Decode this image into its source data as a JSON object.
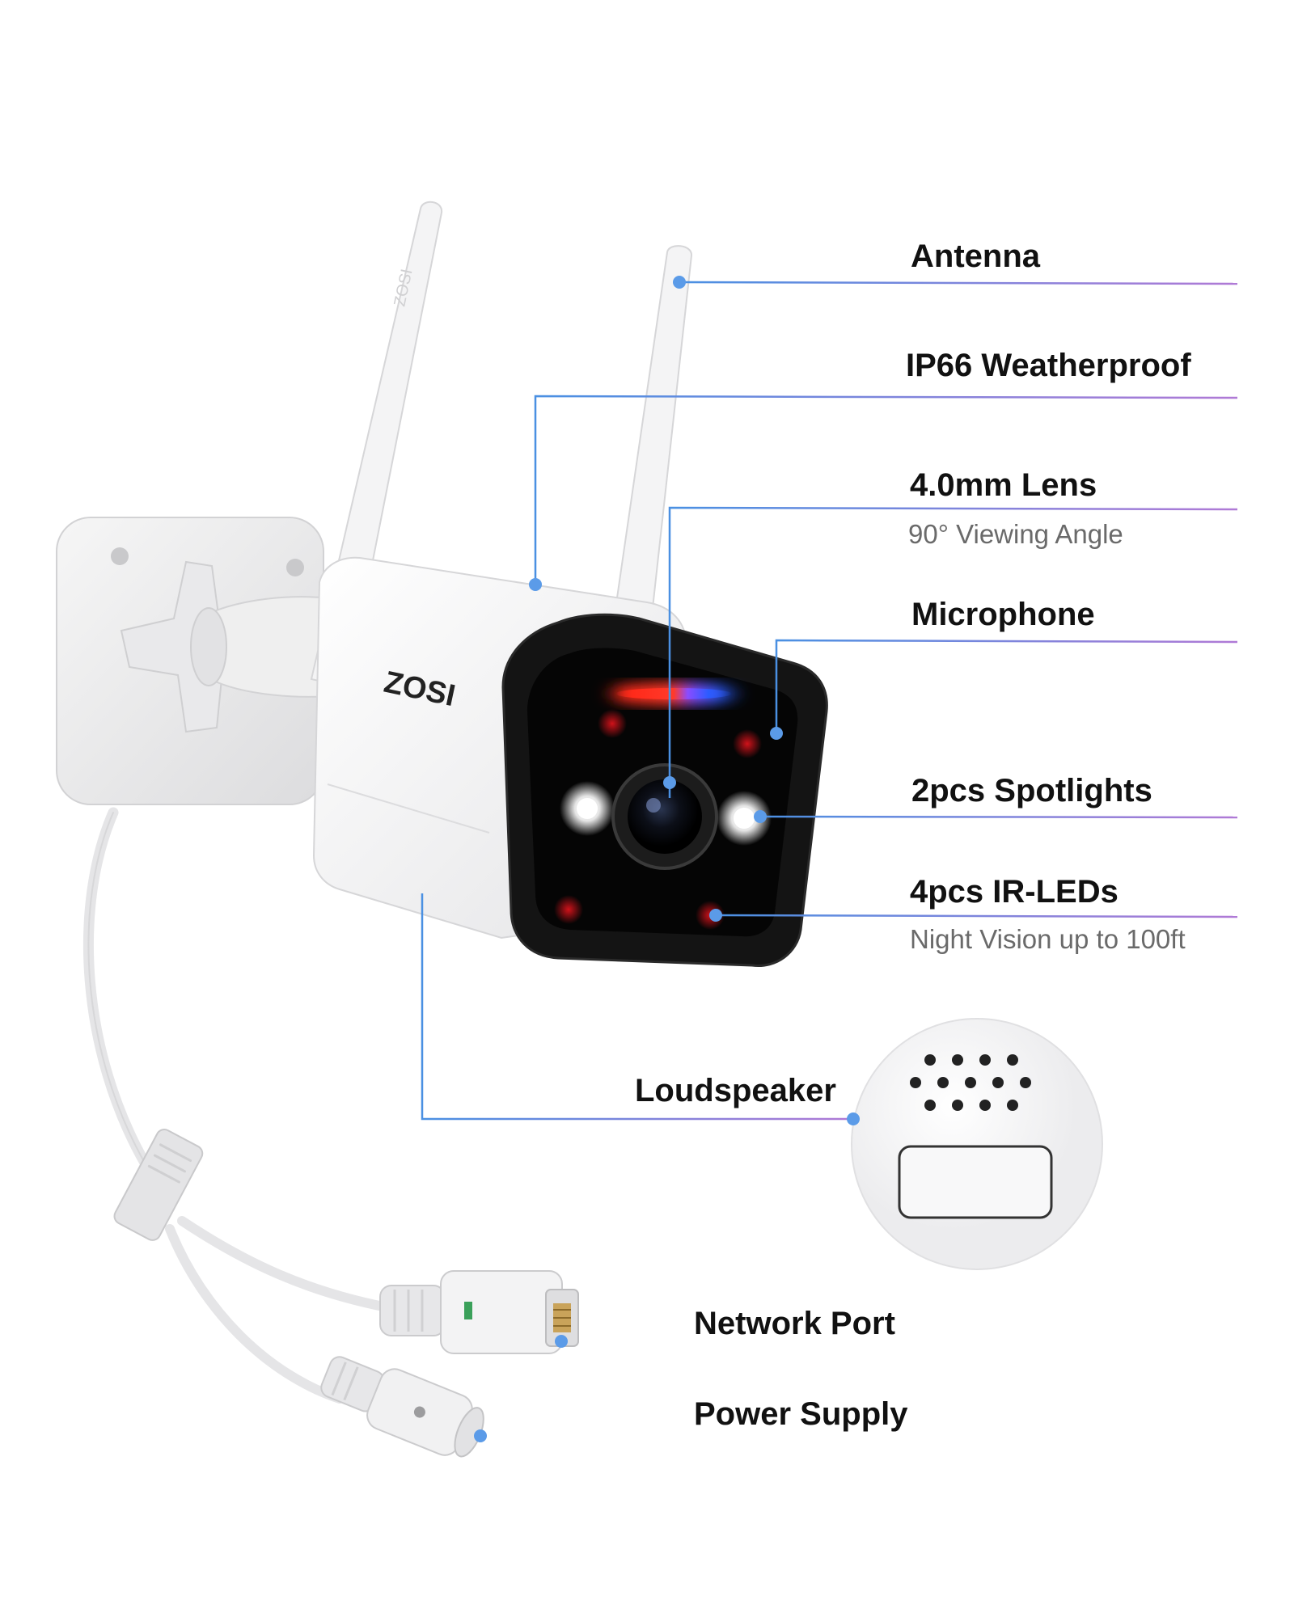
{
  "brand": {
    "name": "ZOSI"
  },
  "callouts": {
    "antenna": {
      "title": "Antenna"
    },
    "weatherproof": {
      "title": "IP66 Weatherproof"
    },
    "lens": {
      "title": "4.0mm Lens",
      "subtitle": "90° Viewing Angle"
    },
    "microphone": {
      "title": "Microphone"
    },
    "spotlights": {
      "title": "2pcs Spotlights"
    },
    "ir_leds": {
      "title": "4pcs IR-LEDs",
      "subtitle": "Night Vision up to 100ft"
    },
    "loudspeaker": {
      "title": "Loudspeaker"
    },
    "network_port": {
      "title": "Network Port"
    },
    "power_supply": {
      "title": "Power Supply"
    }
  },
  "colors": {
    "line_start": "#4a90e2",
    "line_end": "#b07ad6",
    "dot": "#5b9be8",
    "lens_black": "#0b0b0b",
    "ir_red": "#c4161c"
  }
}
